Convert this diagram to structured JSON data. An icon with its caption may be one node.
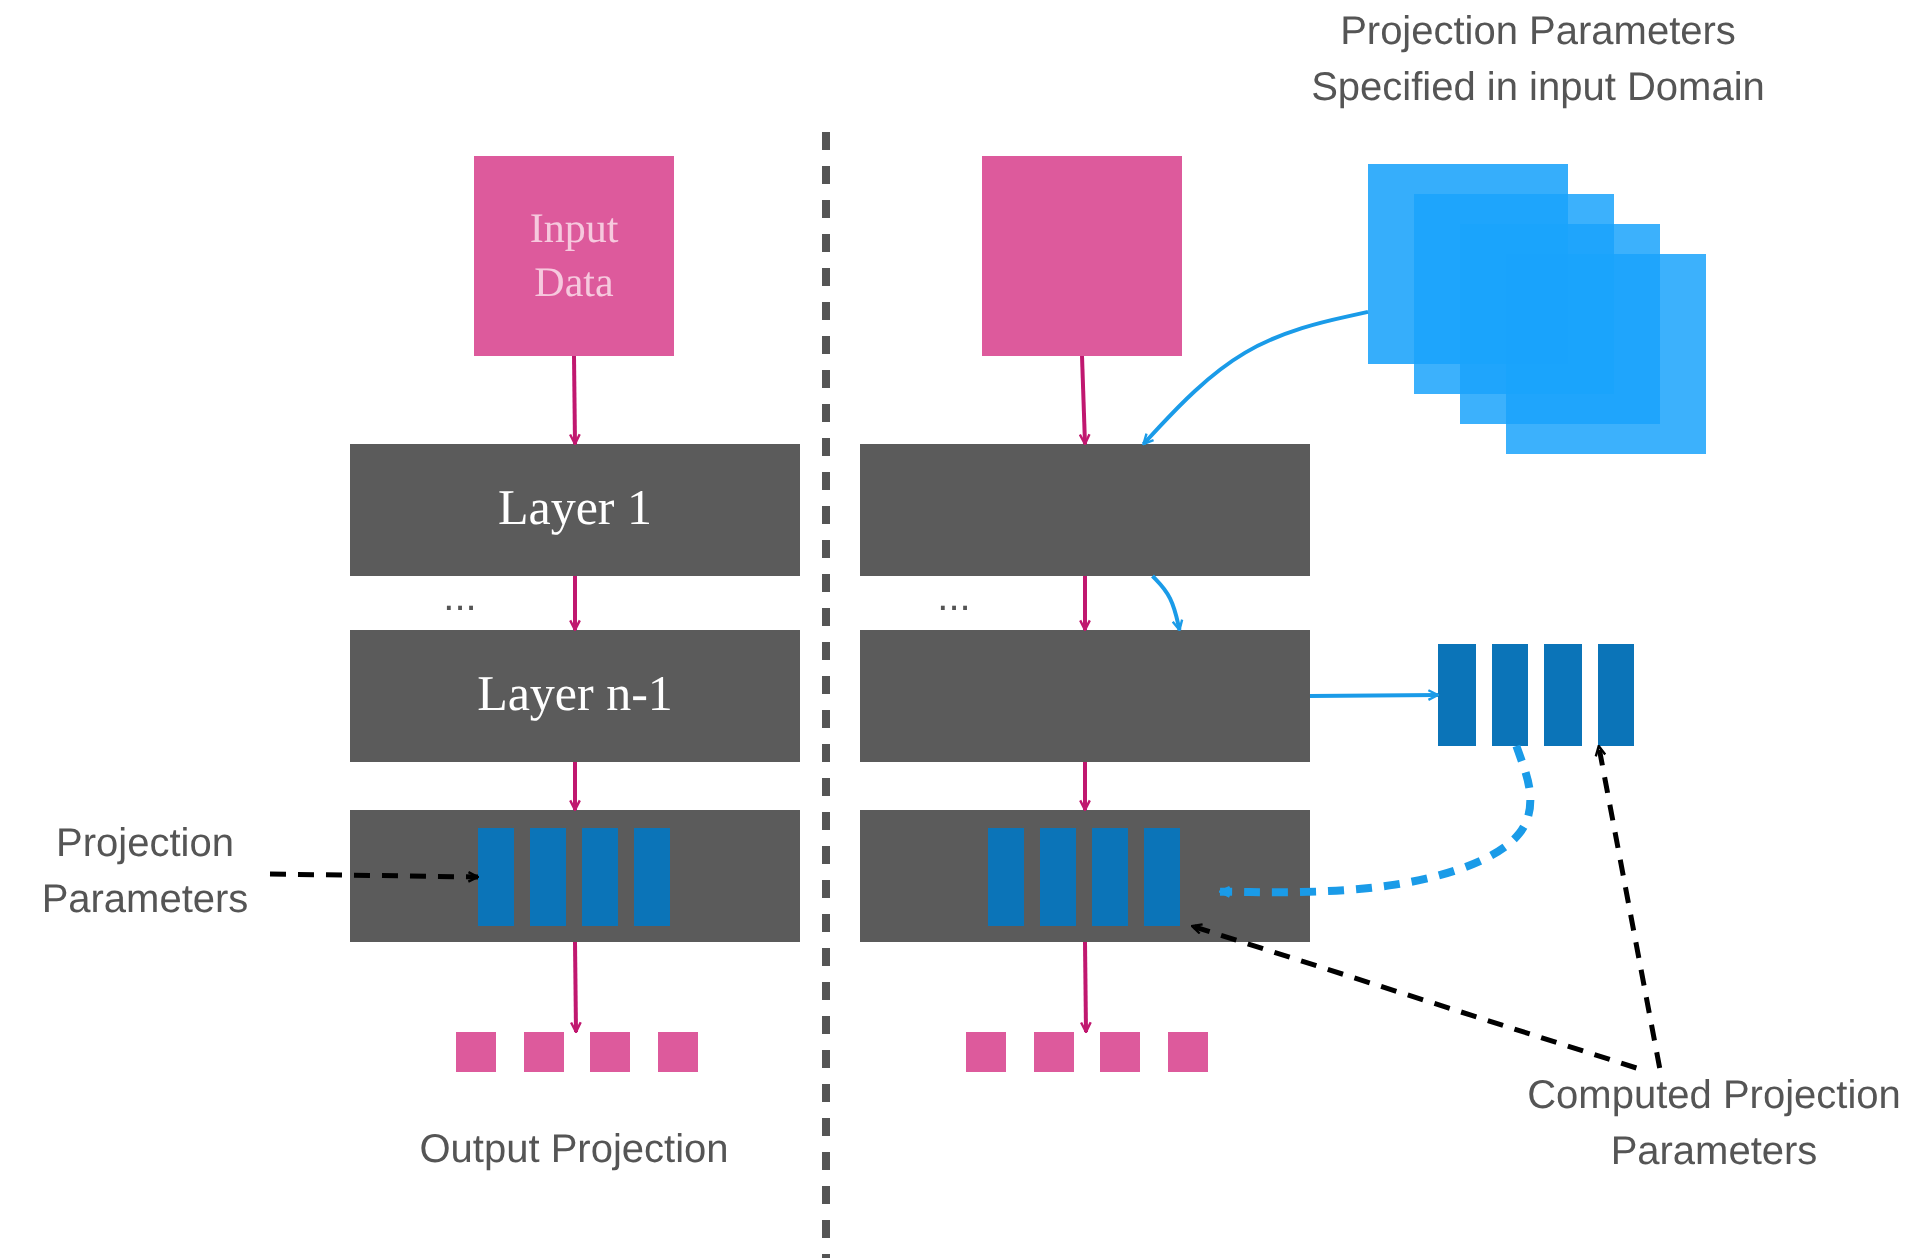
{
  "diagram": {
    "nodes": [
      {
        "text": [
          "Input Data"
        ]
      },
      {
        "text": [
          "Layer 1"
        ]
      },
      {
        "text": [
          "Layer n-1"
        ]
      },
      {
        "text": [],
        "shape": "box"
      },
      {
        "text": [],
        "shape": "bar",
        "in": 3
      },
      {
        "text": [
          "Projection Parameters"
        ]
      },
      {
        "text": [],
        "shape": "box"
      },
      {
        "text": [],
        "shape": "box"
      },
      {
        "text": [],
        "shape": "box"
      },
      {
        "text": [],
        "shape": "box"
      },
      {
        "text": [],
        "shape": "box"
      },
      {
        "text": [],
        "shape": "bar",
        "in": 10
      },
      {
        "text": [],
        "shape": "box"
      },
      {
        "text": [
          "Projection Parameters Specified in input Domain"
        ]
      },
      {
        "text": [],
        "shape": "bar"
      },
      {
        "text": [
          "Computed Projection Parameters"
        ]
      }
    ],
    "edges": [
      {
        "from": 0,
        "to": 1,
        "arrow": "to"
      },
      {
        "from": 1,
        "to": 2,
        "arrow": "to"
      },
      {
        "from": 2,
        "to": 3,
        "arrow": "to"
      },
      {
        "from": 3,
        "to": 6,
        "arrow": "to"
      },
      {
        "from": 5,
        "to": 4,
        "arrow": "to",
        "style": "dashed",
        "color": "#000000"
      },
      {
        "from": 7,
        "to": 8,
        "arrow": "to"
      },
      {
        "from": 8,
        "to": 9,
        "arrow": "to"
      },
      {
        "from": 9,
        "to": 10,
        "arrow": "to"
      },
      {
        "from": 10,
        "to": 12,
        "arrow": "to"
      },
      {
        "from": 13,
        "to": 8,
        "arrow": "to",
        "color": "#1a9be8"
      },
      {
        "from": 8,
        "to": 9,
        "arrow": "to",
        "color": "#1a9be8"
      },
      {
        "from": 9,
        "to": 14,
        "arrow": "to",
        "color": "#1a9be8"
      },
      {
        "from": 14,
        "to": 11,
        "arrow": "to",
        "style": "dashed",
        "color": "#1a9be8"
      },
      {
        "from": 15,
        "to": 14,
        "arrow": "to",
        "style": "dashed",
        "color": "#000000"
      },
      {
        "from": 15,
        "to": 11,
        "arrow": "to",
        "style": "dashed",
        "color": "#000000"
      }
    ],
    "labels": [
      "...",
      "...",
      "Output Projection"
    ]
  }
}
